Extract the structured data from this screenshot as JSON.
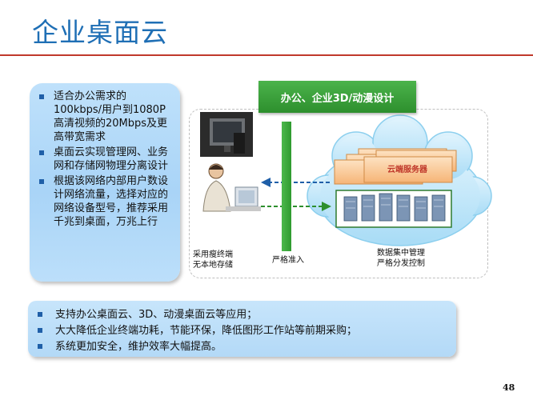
{
  "title": "企业桌面云",
  "left_bullets": [
    "适合办公需求的100kbps/用户到1080P高清视频的20Mbps及更高带宽需求",
    "桌面云实现管理网、业务网和存储网物理分离设计",
    "根据该网络内部用户数设计网络流量，选择对应的网络设备型号，推荐采用千兆到桌面，万兆上行"
  ],
  "diagram": {
    "banner": "办公、企业3D/动漫设计",
    "cloud_server_label": "云端服务器",
    "client_label_line1": "采用瘦终端",
    "client_label_line2": "无本地存储",
    "access_label": "严格准入",
    "datacenter_label_line1": "数据集中管理",
    "datacenter_label_line2": "严格分发控制",
    "colors": {
      "banner": "#3aa33a",
      "cloud": "#bfe6fb",
      "server_card": "#f9c48c",
      "arrow": "#1f5fa8"
    }
  },
  "bottom_bullets": [
    "支持办公桌面云、3D、动漫桌面云等应用；",
    "大大降低企业终端功耗，节能环保，降低图形工作站等前期采购；",
    "系统更加安全，维护效率大幅提高。"
  ],
  "page_number": "48"
}
